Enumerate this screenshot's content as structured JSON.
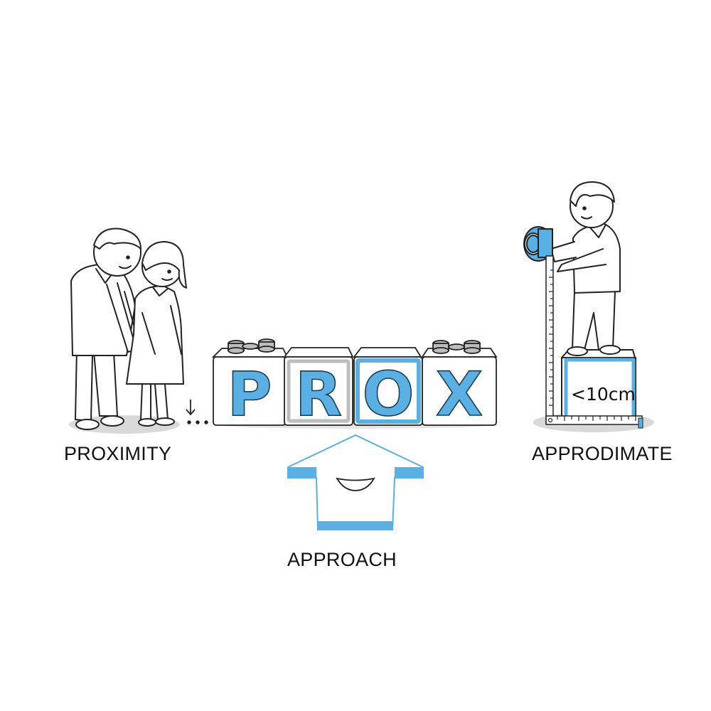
{
  "labels": {
    "left": "PROXIMITY",
    "center": "APPROACH",
    "right": "APPRODIMATE"
  },
  "blocks": {
    "letters": [
      "P",
      "R",
      "O",
      "X"
    ]
  },
  "measurement": {
    "value": "<10cm"
  },
  "icons": {
    "down_arrow": "↓",
    "dots": "•••"
  },
  "colors": {
    "accent_blue": "#5ab0e3",
    "outline": "#222222",
    "shadow_gray": "#d9d9d9",
    "stud_gray": "#bdbdbd"
  }
}
